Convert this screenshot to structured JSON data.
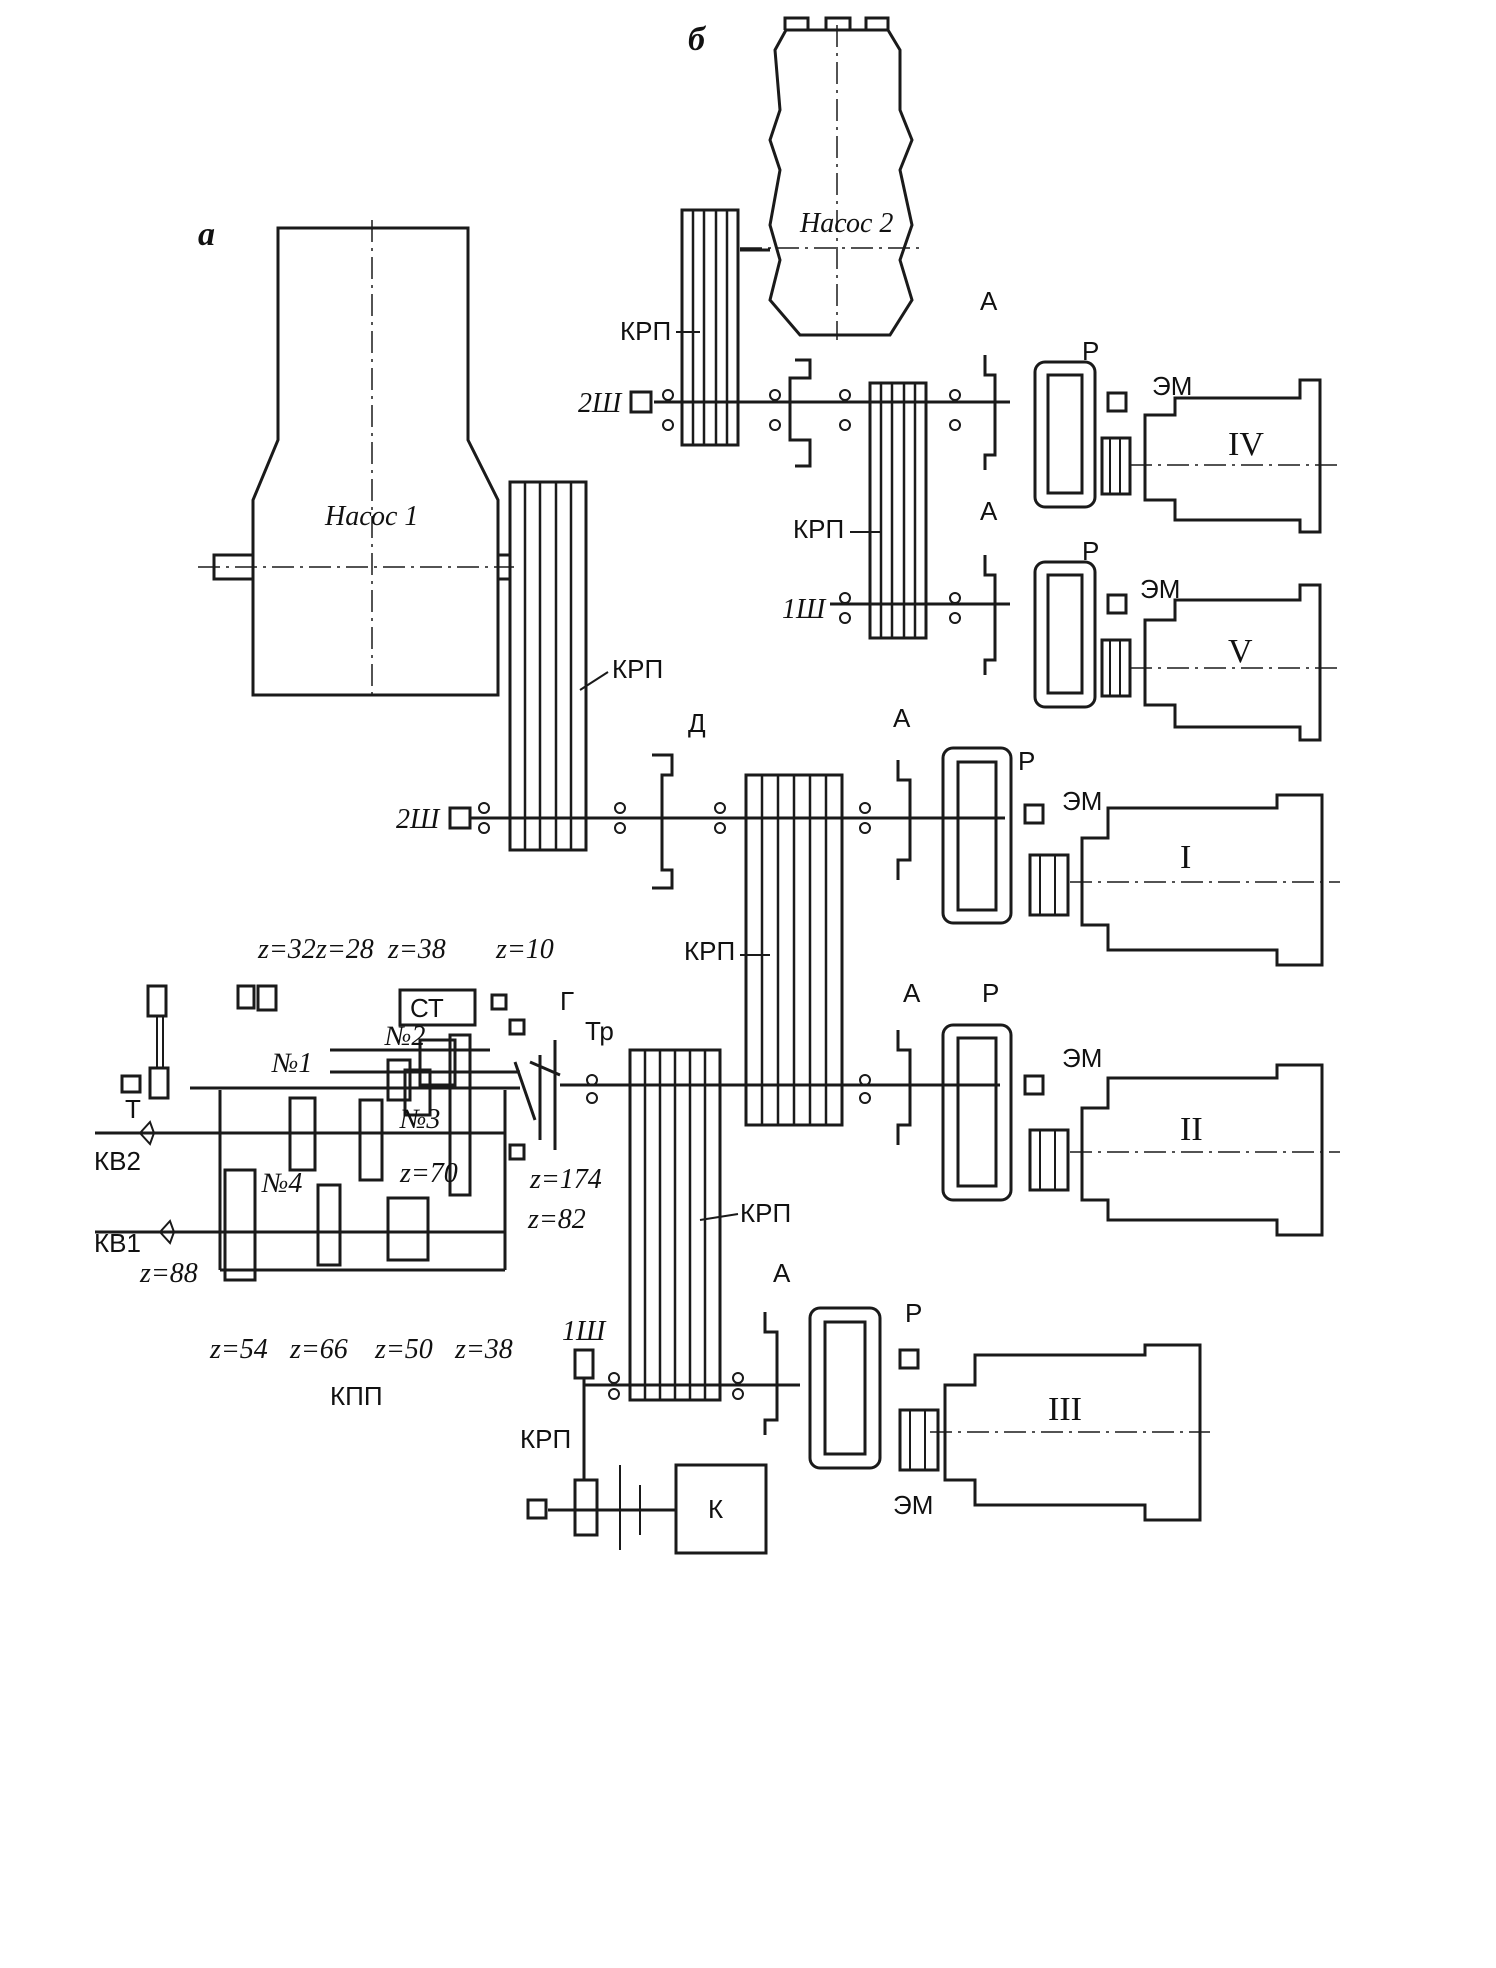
{
  "panels": {
    "a": "а",
    "b": "б"
  },
  "pumps": {
    "pump1": "Насос 1",
    "pump2": "Насос 2"
  },
  "belt_label": "КРП",
  "shaft_labels": {
    "s2_top": "2Ш",
    "s1_top": "1Ш",
    "s2_mid": "2Ш",
    "s1_bottom": "1Ш"
  },
  "coupling_labels": {
    "a": "А",
    "d": "Д",
    "r": "Р",
    "em": "ЭМ",
    "g": "Г",
    "tr": "Тр",
    "t": "Т",
    "st": "СТ"
  },
  "engines": {
    "e1": "I",
    "e2": "II",
    "e3": "III",
    "e4": "IV",
    "e5": "V"
  },
  "compressor": "К",
  "gearbox": {
    "title": "КПП",
    "z32": "z=32",
    "z28": "z=28",
    "z38a": "z=38",
    "z10": "z=10",
    "z70": "z=70",
    "z174": "z=174",
    "z82": "z=82",
    "z88": "z=88",
    "z54": "z=54",
    "z66": "z=66",
    "z50": "z=50",
    "z38b": "z=38",
    "n1": "№1",
    "n2": "№2",
    "n3": "№3",
    "n4": "№4",
    "kv1": "КВ1",
    "kv2": "КВ2"
  }
}
